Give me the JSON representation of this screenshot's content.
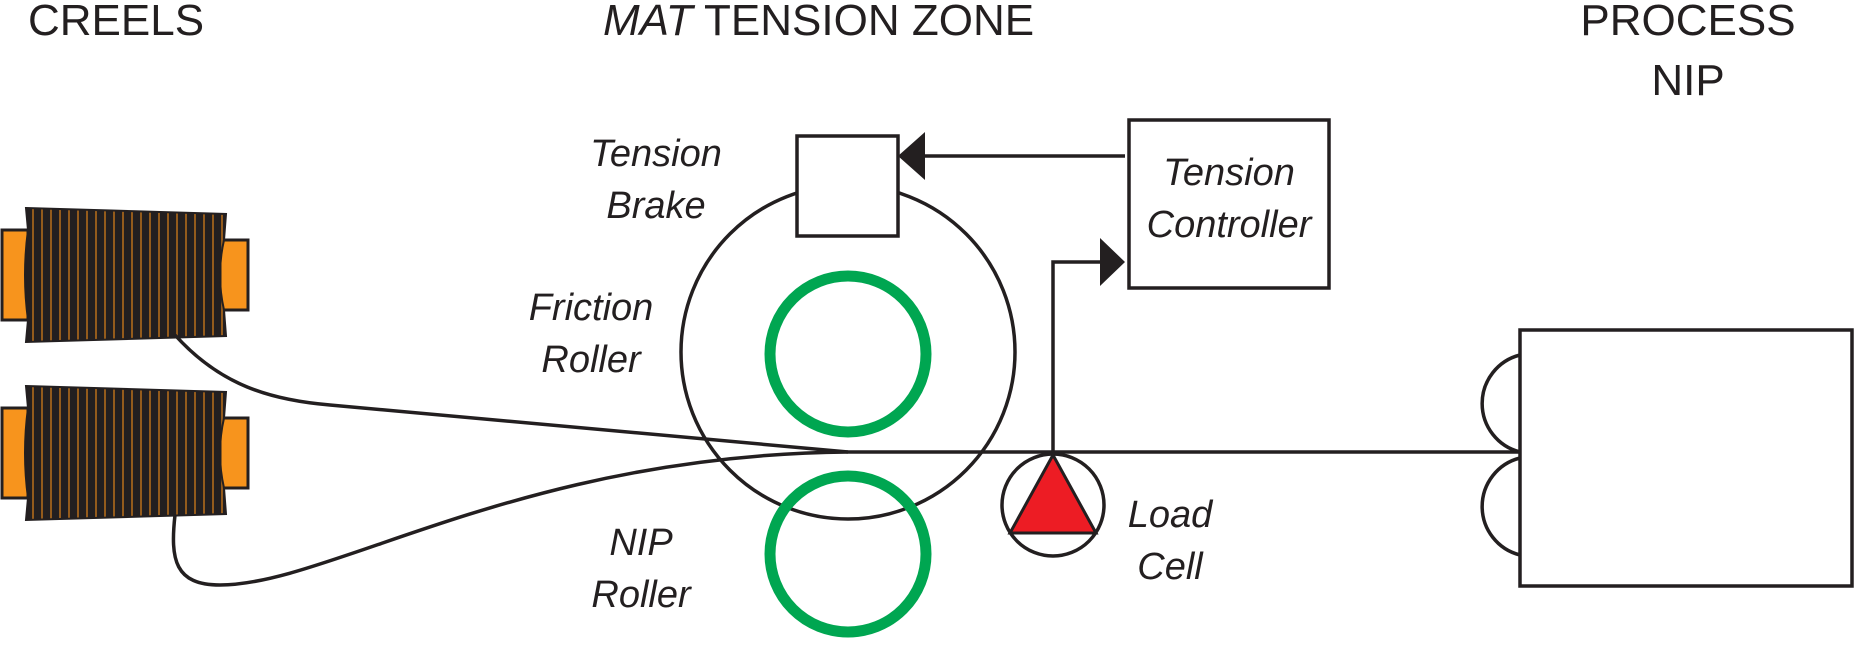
{
  "headers": {
    "creels": "CREELS",
    "zone_em": "MAT",
    "zone_rest": " TENSION ZONE",
    "process_line1": "PROCESS",
    "process_line2": "NIP"
  },
  "labels": {
    "tension_brake": [
      "Tension",
      "Brake"
    ],
    "friction_roller": [
      "Friction",
      "Roller"
    ],
    "nip_roller": [
      "NIP",
      "Roller"
    ],
    "tension_controller": [
      "Tension",
      "Controller"
    ],
    "load_cell": [
      "Load",
      "Cell"
    ]
  },
  "colors": {
    "ink": "#231f20",
    "roller_green": "#00a651",
    "load_cell_red": "#ed1c24",
    "spool_orange": "#f7941d"
  }
}
